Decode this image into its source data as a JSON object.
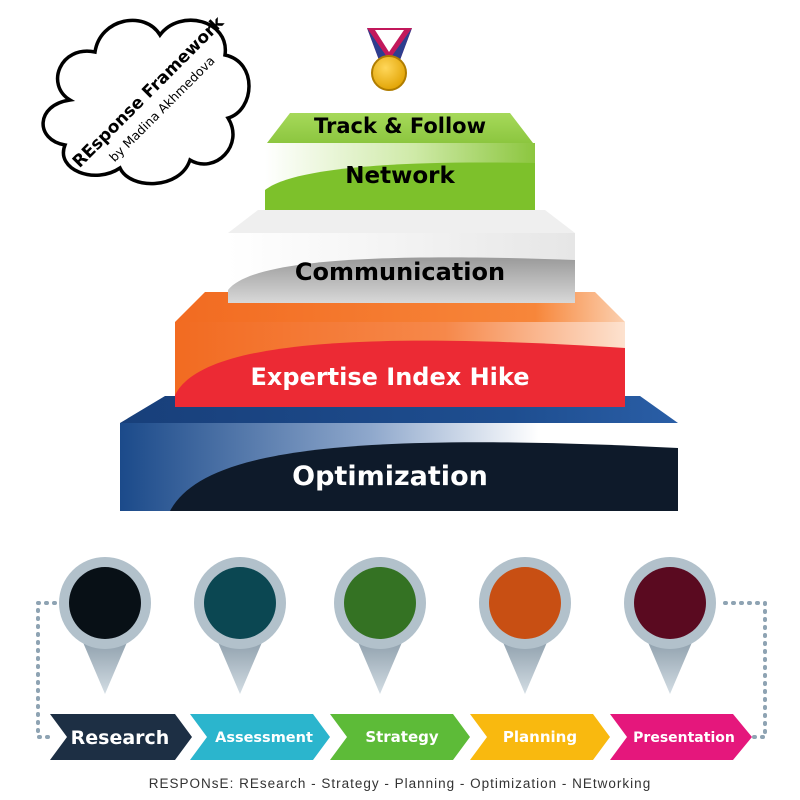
{
  "cloud": {
    "title": "REsponse Framework",
    "subtitle": "by Madina Akhmedova"
  },
  "pyramid": {
    "levels": [
      {
        "label": "Track & Follow",
        "color": "#8cc63f"
      },
      {
        "label": "Network",
        "color": "#7dc12b"
      },
      {
        "label": "Communication",
        "color": "#b8b8b8"
      },
      {
        "label": "Expertise Index Hike",
        "color": "#ec2a34"
      },
      {
        "label": "Optimization",
        "color": "#0e1a2a"
      }
    ]
  },
  "pins": [
    {
      "color": "#081016"
    },
    {
      "color": "#0b4752"
    },
    {
      "color": "#347223"
    },
    {
      "color": "#c84f13"
    },
    {
      "color": "#5a0a20"
    }
  ],
  "steps": [
    {
      "label": "Research",
      "color": "#1d2f44"
    },
    {
      "label": "Assessment",
      "color": "#2bb5cd"
    },
    {
      "label": "Strategy",
      "color": "#5dbb38"
    },
    {
      "label": "Planning",
      "color": "#f9b90f"
    },
    {
      "label": "Presentation",
      "color": "#e5177c"
    }
  ],
  "footer": "RESPONsE:   REsearch -   Strategy -   Planning - Optimization - NEtworking"
}
